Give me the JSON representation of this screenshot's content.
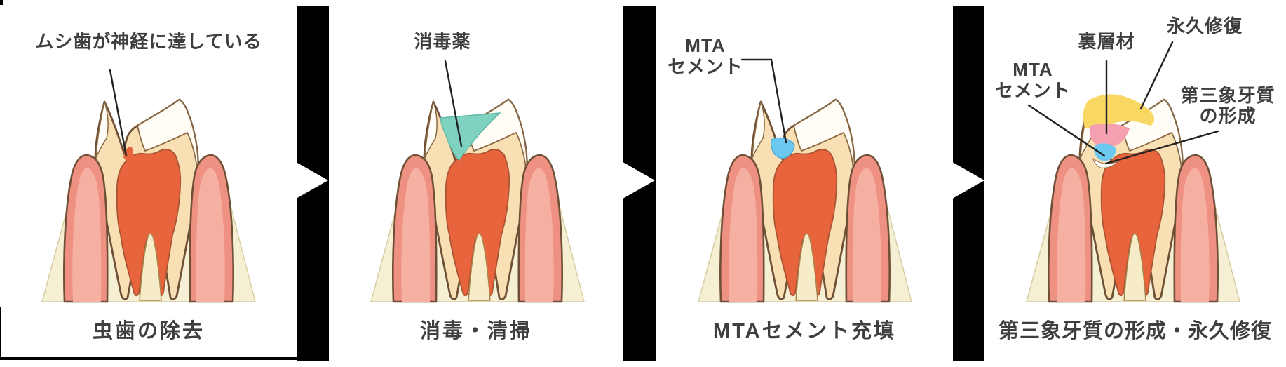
{
  "figure": {
    "title": "MTA cement pulp-capping treatment steps",
    "colors": {
      "bar": "#000000",
      "text": "#3f3f3f",
      "line": "#222222",
      "bone": "#f5efd3",
      "dentin": "#f8e0b4",
      "enamel": "#fffdf6",
      "pulp": "#e7643c",
      "pulp_edge": "#a95432",
      "outline": "#6f4f35",
      "gum": "#ee9183",
      "gum_light": "#f6b0a2",
      "canal_cream": "#f7ecc8",
      "disinfectant_teal": "#7fd2c0",
      "mta_blue": "#6cc8ee",
      "lining_pink": "#f5a0b0",
      "restoration_yellow": "#f8d763",
      "new_dentin_white": "#fffef8"
    },
    "steps": [
      {
        "caption": "虫歯の除去",
        "labels": [
          {
            "text": "ムシ歯が神経に達している"
          }
        ]
      },
      {
        "caption": "消毒・清掃",
        "labels": [
          {
            "text": "消毒薬"
          }
        ]
      },
      {
        "caption": "MTAセメント充填",
        "labels": [
          {
            "text": "MTA",
            "line2": "セメント"
          }
        ]
      },
      {
        "caption": "第三象牙質の形成・永久修復",
        "labels": [
          {
            "text": "MTA",
            "line2": "セメント"
          },
          {
            "text": "裏層材"
          },
          {
            "text": "永久修復"
          },
          {
            "text": "第三象牙質",
            "line2": "の形成"
          }
        ]
      }
    ]
  }
}
